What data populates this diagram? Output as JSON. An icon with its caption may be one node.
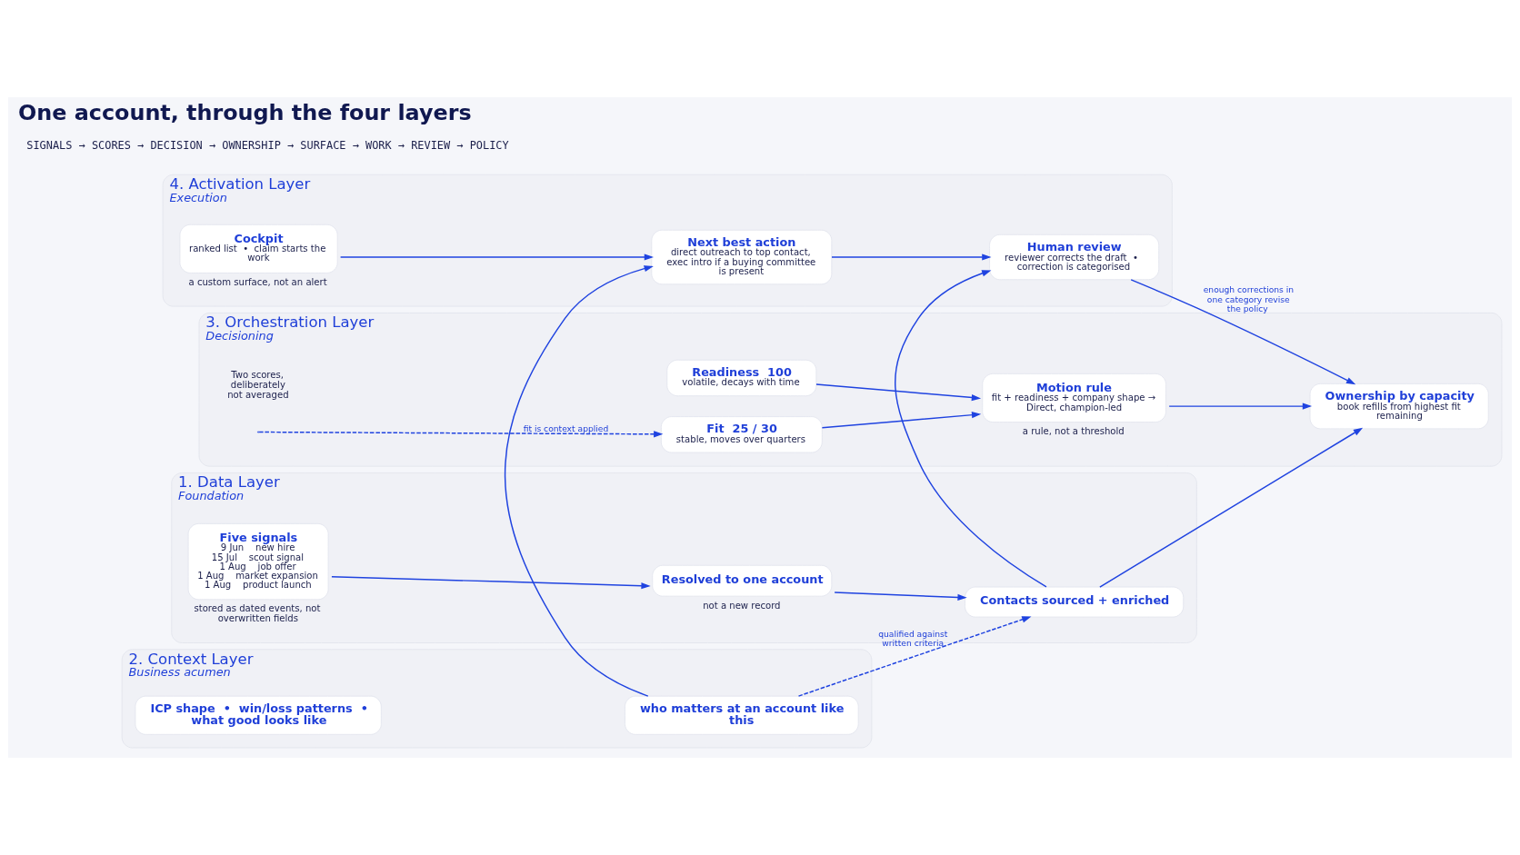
{
  "diagram": {
    "title": "One account, through the four layers",
    "nodes": [
      {
        "text": [
          "4. Activation Layer",
          "Execution"
        ]
      },
      {
        "text": [
          "Cockpit",
          "ranked list  •  claim starts the work"
        ],
        "beside": [
          "a custom surface, not an alert"
        ],
        "in": 0
      },
      {
        "text": [
          "Next best action",
          "direct outreach to top contact, exec intro if a buying committee is present"
        ],
        "in": 0
      },
      {
        "text": [
          "Human review",
          "reviewer corrects the draft  •  correction is categorised"
        ],
        "in": 0
      },
      {
        "text": [
          "3. Orchestration Layer",
          "Decisioning"
        ]
      },
      {
        "text": [
          "Fit  25 / 30",
          "stable, moves over quarters"
        ],
        "in": 4
      },
      {
        "text": [
          "Readiness  100",
          "volatile, decays with time"
        ],
        "in": 4
      },
      {
        "text": [
          "Motion rule",
          "fit + readiness + company shape → Direct, champion-led"
        ],
        "beside": [
          "a rule, not a threshold"
        ],
        "in": 4
      },
      {
        "text": [
          "Ownership by capacity",
          "book refills from highest fit remaining"
        ],
        "in": 4
      },
      {
        "text": [
          "2. Context Layer",
          "Business acumen"
        ]
      },
      {
        "text": [
          "ICP shape  •  win/loss patterns  •  what good looks like"
        ],
        "in": 9
      },
      {
        "text": [
          "who matters at an account like this"
        ],
        "in": 9
      },
      {
        "text": [
          "1. Data Layer",
          "Foundation"
        ]
      },
      {
        "text": [
          "Five signals",
          "9 Jun    new hire",
          "15 Jul    scout signal",
          "1 Aug    job offer",
          "1 Aug    market expansion",
          "1 Aug    product launch"
        ],
        "beside": [
          "stored as dated events, not overwritten fields"
        ],
        "in": 12
      },
      {
        "text": [
          "Resolved to one account"
        ],
        "beside": [
          "not a new record"
        ],
        "in": 12
      },
      {
        "text": [
          "Contacts sourced + enriched"
        ],
        "in": 12
      }
    ],
    "edges": [
      {
        "from": 1,
        "to": 2,
        "arrow": "to"
      },
      {
        "from": 2,
        "to": 3,
        "arrow": "to"
      },
      {
        "from": null,
        "to": 5,
        "arrow": "to",
        "label": "fit is context applied",
        "style": "dashed"
      },
      {
        "from": 5,
        "to": 7,
        "arrow": "to"
      },
      {
        "from": 6,
        "to": 7,
        "arrow": "to"
      },
      {
        "from": 7,
        "to": 8,
        "arrow": "to"
      },
      {
        "from": 3,
        "to": 8,
        "arrow": "to",
        "label": "enough corrections in one category revise the policy"
      },
      {
        "from": 15,
        "to": 8,
        "arrow": "to"
      },
      {
        "from": 15,
        "to": 3,
        "arrow": "to"
      },
      {
        "from": 11,
        "to": 2,
        "arrow": "to"
      },
      {
        "from": 11,
        "to": 15,
        "arrow": "to",
        "label": "qualified against written criteria",
        "style": "dashed"
      },
      {
        "from": 13,
        "to": 14,
        "arrow": "to"
      },
      {
        "from": 14,
        "to": 15,
        "arrow": "to"
      }
    ],
    "labels": [
      "Two scores, deliberately not averaged",
      "SIGNALS → SCORES → DECISION → OWNERSHIP → SURFACE → WORK → REVIEW → POLICY"
    ]
  }
}
